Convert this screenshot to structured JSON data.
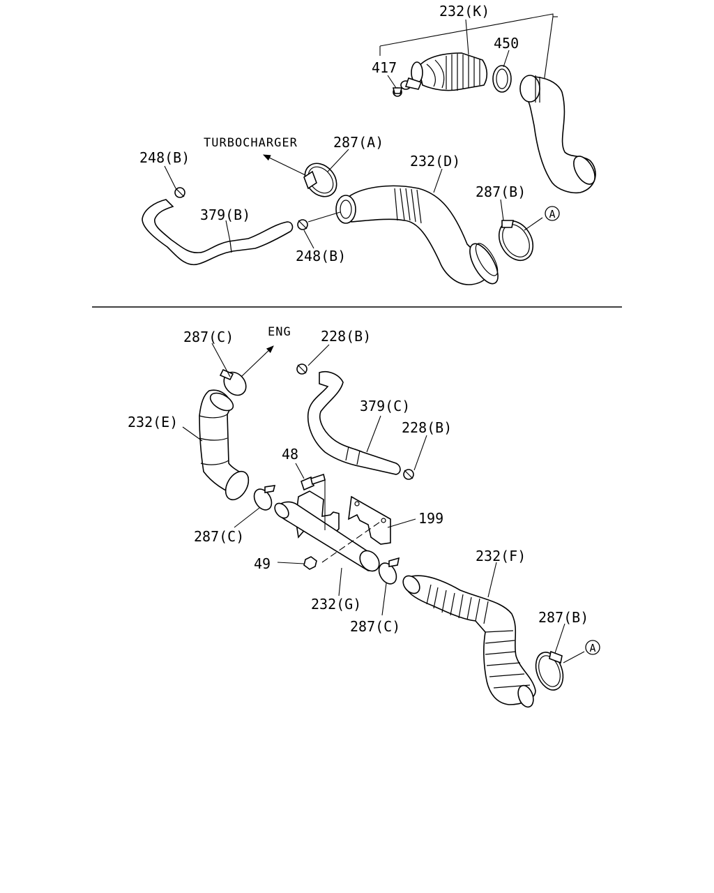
{
  "labels": {
    "p232K": "232(K)",
    "p450": "450",
    "p417": "417",
    "turbo": "TURBOCHARGER",
    "p287A": "287(A)",
    "p248B_top": "248(B)",
    "p232D": "232(D)",
    "p379B": "379(B)",
    "p287B_top": "287(B)",
    "p248B_bot": "248(B)",
    "refA_top": "A",
    "p287C_top": "287(C)",
    "eng": "ENG",
    "p228B_top": "228(B)",
    "p379C": "379(C)",
    "p228B_bot": "228(B)",
    "p232E": "232(E)",
    "p48": "48",
    "p199": "199",
    "p287C_left": "287(C)",
    "p232F": "232(F)",
    "p49": "49",
    "p232G": "232(G)",
    "p287C_bot": "287(C)",
    "p287B_bot": "287(B)",
    "refA_bot": "A"
  }
}
